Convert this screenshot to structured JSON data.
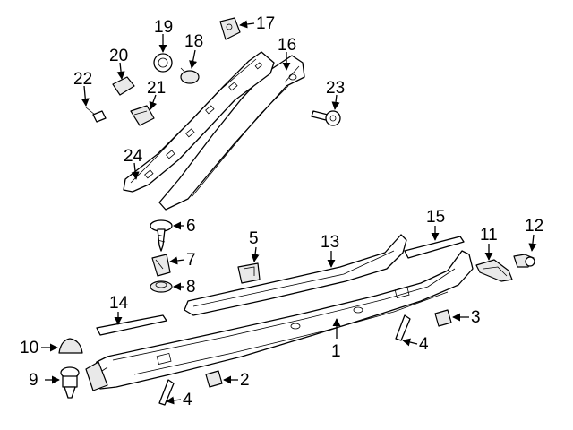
{
  "callouts": [
    {
      "id": "c1",
      "label": "1"
    },
    {
      "id": "c2",
      "label": "2"
    },
    {
      "id": "c3",
      "label": "3"
    },
    {
      "id": "c4a",
      "label": "4"
    },
    {
      "id": "c4b",
      "label": "4"
    },
    {
      "id": "c5",
      "label": "5"
    },
    {
      "id": "c6",
      "label": "6"
    },
    {
      "id": "c7",
      "label": "7"
    },
    {
      "id": "c8",
      "label": "8"
    },
    {
      "id": "c9",
      "label": "9"
    },
    {
      "id": "c10",
      "label": "10"
    },
    {
      "id": "c11",
      "label": "11"
    },
    {
      "id": "c12",
      "label": "12"
    },
    {
      "id": "c13",
      "label": "13"
    },
    {
      "id": "c14",
      "label": "14"
    },
    {
      "id": "c15",
      "label": "15"
    },
    {
      "id": "c16",
      "label": "16"
    },
    {
      "id": "c17",
      "label": "17"
    },
    {
      "id": "c18",
      "label": "18"
    },
    {
      "id": "c19",
      "label": "19"
    },
    {
      "id": "c20",
      "label": "20"
    },
    {
      "id": "c21",
      "label": "21"
    },
    {
      "id": "c22",
      "label": "22"
    },
    {
      "id": "c23",
      "label": "23"
    },
    {
      "id": "c24",
      "label": "24"
    }
  ]
}
